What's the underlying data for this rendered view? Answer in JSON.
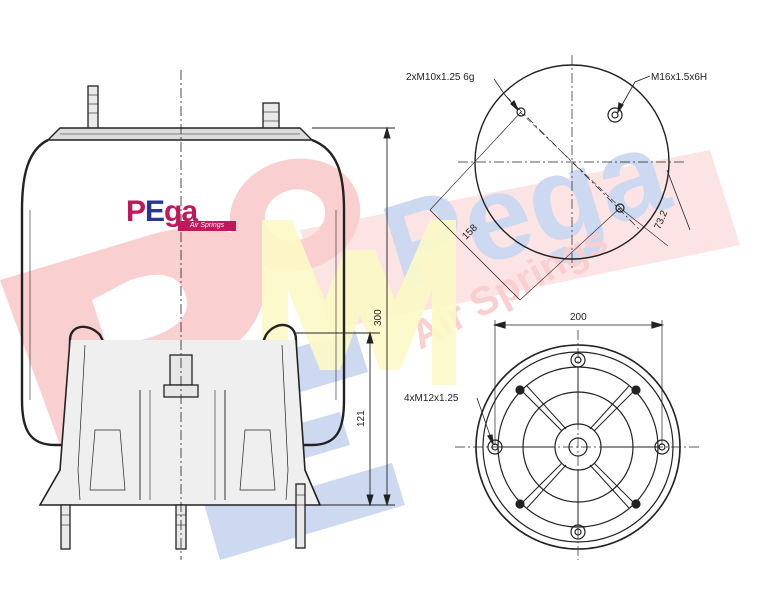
{
  "watermark": {
    "brand": "Pega",
    "subtitle": "Air Springs",
    "colors": {
      "red": "#e8262c",
      "blue": "#1f4fbf",
      "yellow": "#f2e600"
    }
  },
  "logo": {
    "letters_p": "P",
    "letters_e": "E",
    "letters_rest": "ga",
    "strip": "Air Springs",
    "colors": {
      "magenta": "#c2185b",
      "navy": "#283593"
    }
  },
  "labels": {
    "studs_top": "2xM10x1.25 6g",
    "port": "M16x1.5x6H",
    "dim_158": "158",
    "dim_73": "73.2",
    "dim_200": "200",
    "bottom_threads": "4xM12x1.25",
    "height_300": "300",
    "height_121": "121"
  }
}
